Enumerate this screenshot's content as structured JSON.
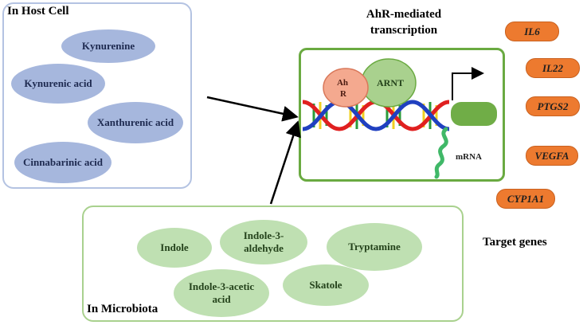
{
  "host_cell": {
    "title": "In Host Cell",
    "metabolites": [
      "Kynurenine",
      "Kynurenic acid",
      "Xanthurenic acid",
      "Cinnabarinic acid"
    ]
  },
  "microbiota": {
    "title": "In Microbiota",
    "metabolites": [
      "Indole",
      "Indole-3-aldehyde",
      "Tryptamine",
      "Indole-3-acetic acid",
      "Skatole"
    ]
  },
  "nucleus": {
    "title_line1": "AhR-mediated",
    "title_line2": "transcription",
    "ahr_label": "Ah R",
    "arnt_label": "ARNT",
    "mrna_label": "mRNA"
  },
  "target_genes": {
    "label": "Target genes",
    "genes": [
      "IL6",
      "IL22",
      "PTGS2",
      "VEGFA",
      "CYP1A1"
    ]
  },
  "colors": {
    "host_border": "#b4c3e2",
    "host_oval": "#a6b7dd",
    "microbiota_border": "#a9d18e",
    "microbiota_oval": "#bfe0b2",
    "nucleus_border": "#6aaa41",
    "gene_pill": "#ed7a2f",
    "ahr": "#f4a98f",
    "arnt": "#a9d18e",
    "dna_strand_red": "#e02020",
    "dna_strand_blue": "#2040c0"
  }
}
